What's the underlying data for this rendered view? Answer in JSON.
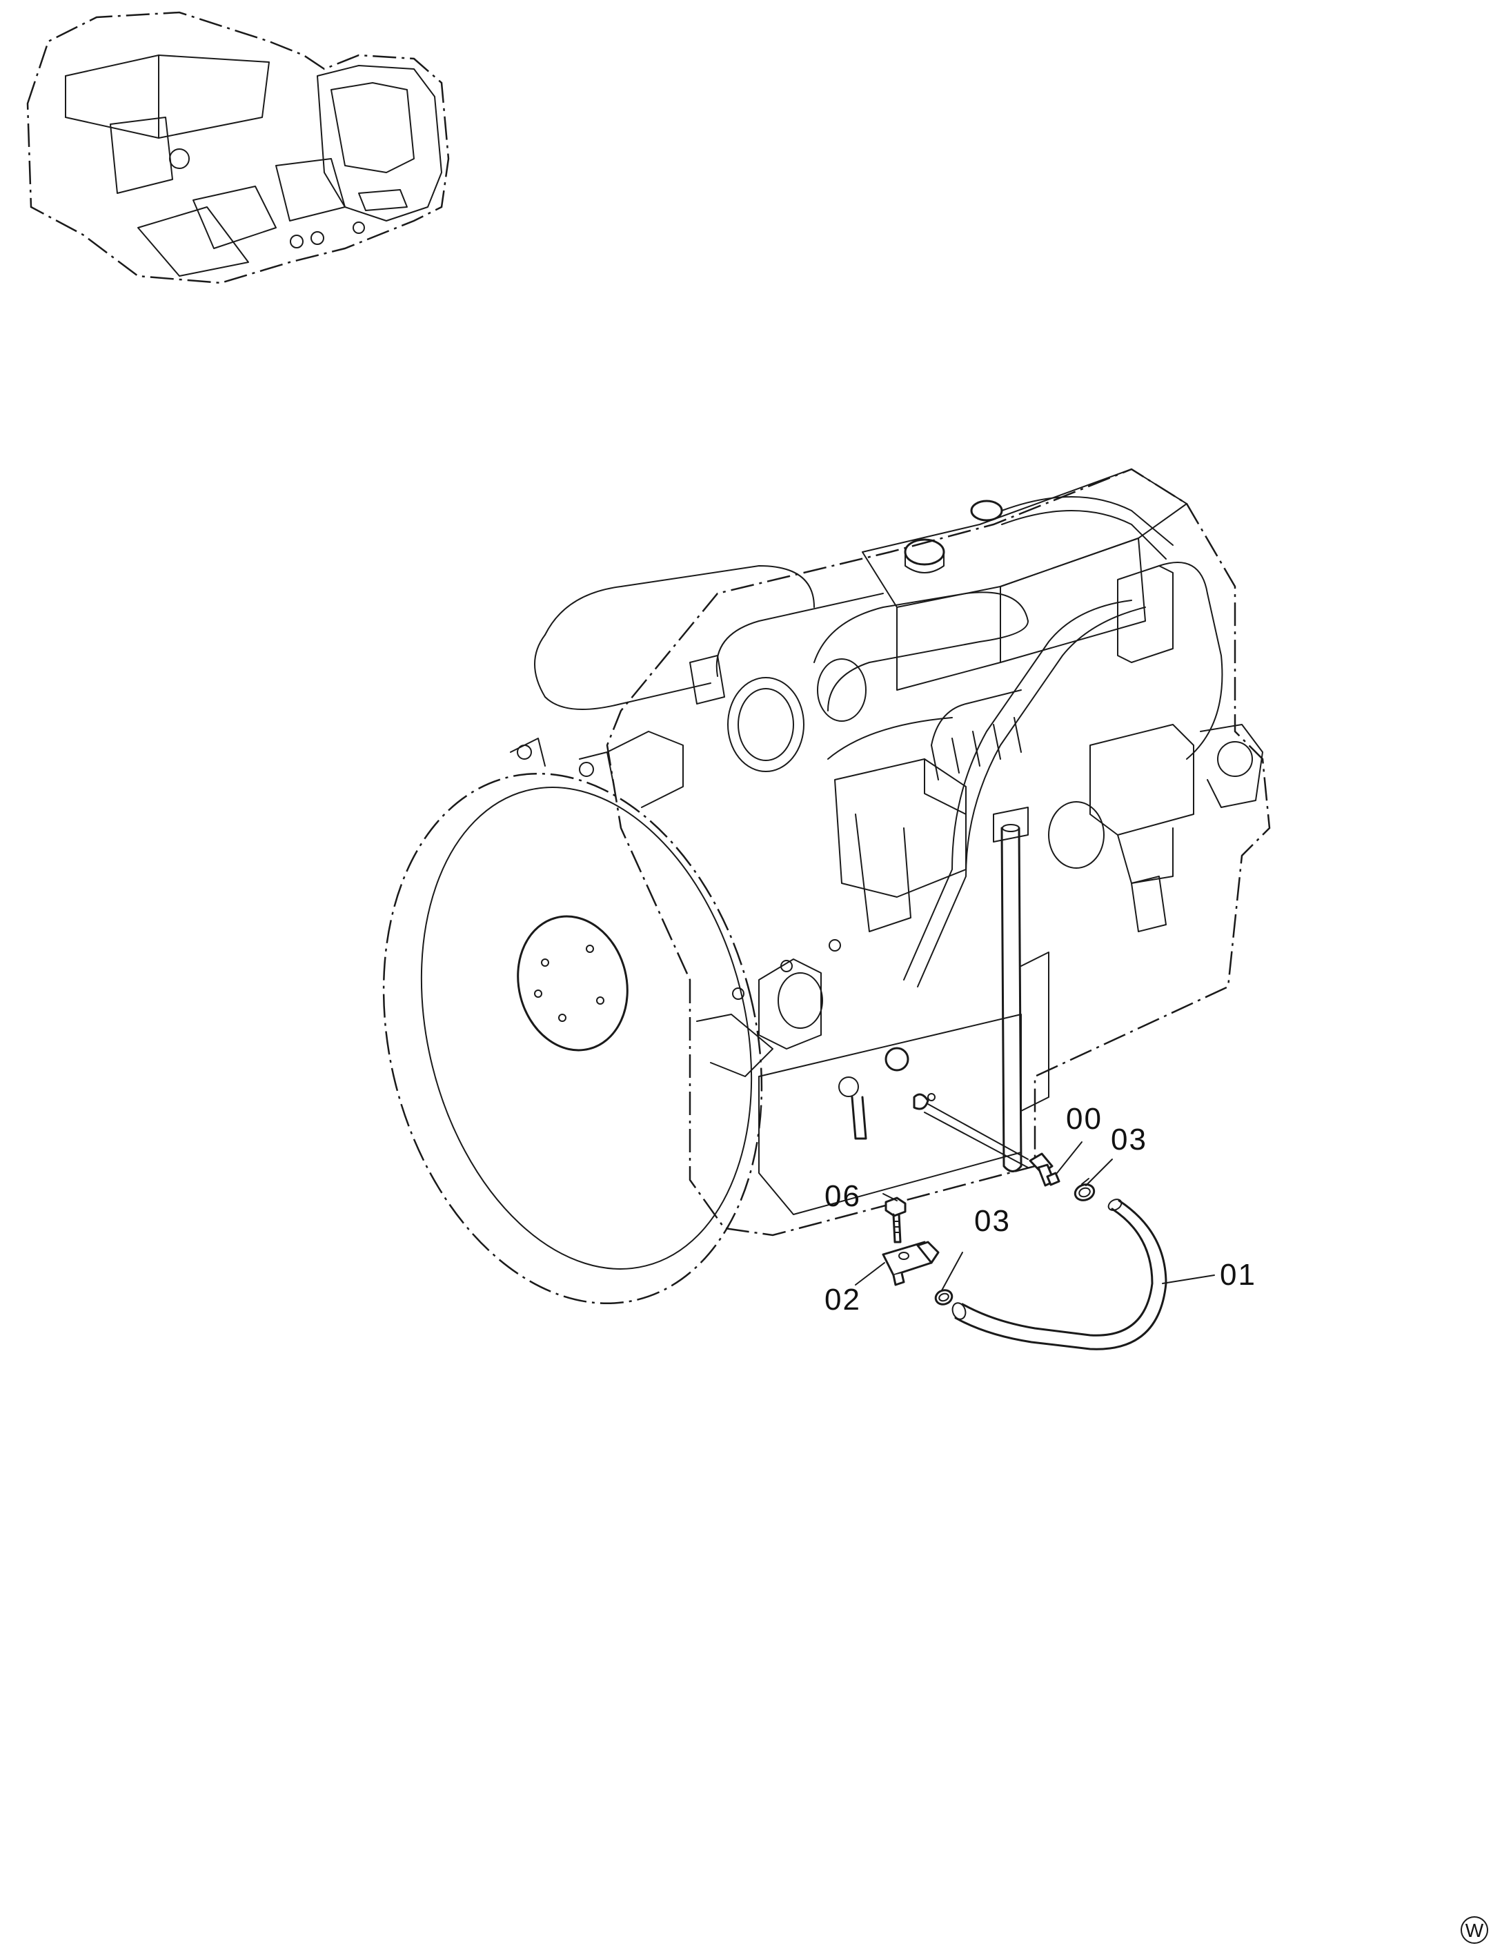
{
  "diagram": {
    "callouts": [
      {
        "id": "00",
        "text": "00"
      },
      {
        "id": "03a",
        "text": "03"
      },
      {
        "id": "06",
        "text": "06"
      },
      {
        "id": "03b",
        "text": "03"
      },
      {
        "id": "02",
        "text": "02"
      },
      {
        "id": "01",
        "text": "01"
      }
    ],
    "corner_mark": "W"
  }
}
